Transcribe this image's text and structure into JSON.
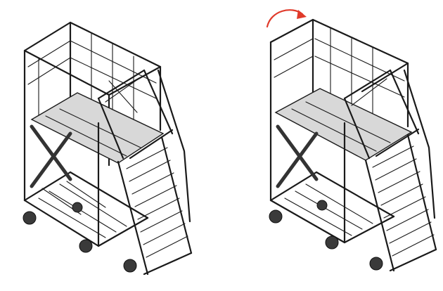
{
  "figure": {
    "panels": [
      {
        "id": "left",
        "state": "guardrail-up"
      },
      {
        "id": "right",
        "state": "guardrail-folding"
      }
    ],
    "colors": {
      "line": "#1a1a1a",
      "rotation_arrow": "#e03a2a",
      "background": "#ffffff"
    },
    "icons": [
      "rotation-arrow-icon",
      "caster-wheel-icon"
    ]
  }
}
